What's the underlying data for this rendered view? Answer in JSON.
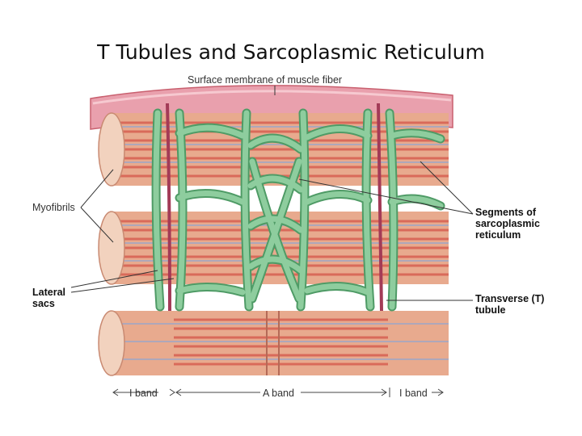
{
  "title": "T Tubules and Sarcoplasmic Reticulum",
  "labels": {
    "surface_membrane": "Surface membrane of muscle fiber",
    "myofibrils": "Myofibrils",
    "lateral_sacs_line1": "Lateral",
    "lateral_sacs_line2": "sacs",
    "segments_line1": "Segments of",
    "segments_line2": "sarcoplasmic",
    "segments_line3": "reticulum",
    "t_tubule_line1": "Transverse (T)",
    "t_tubule_line2": "tubule",
    "i_band_left": "I band",
    "a_band": "A band",
    "i_band_right": "I band"
  },
  "colors": {
    "membrane": "#e9a0ad",
    "membrane_dark": "#c9606f",
    "myofibril": "#e8aa8e",
    "stripe": "#d96a5a",
    "reticulum": "#8ecd9e",
    "reticulum_edge": "#4f9b66",
    "t_tubule": "#a33b57"
  }
}
